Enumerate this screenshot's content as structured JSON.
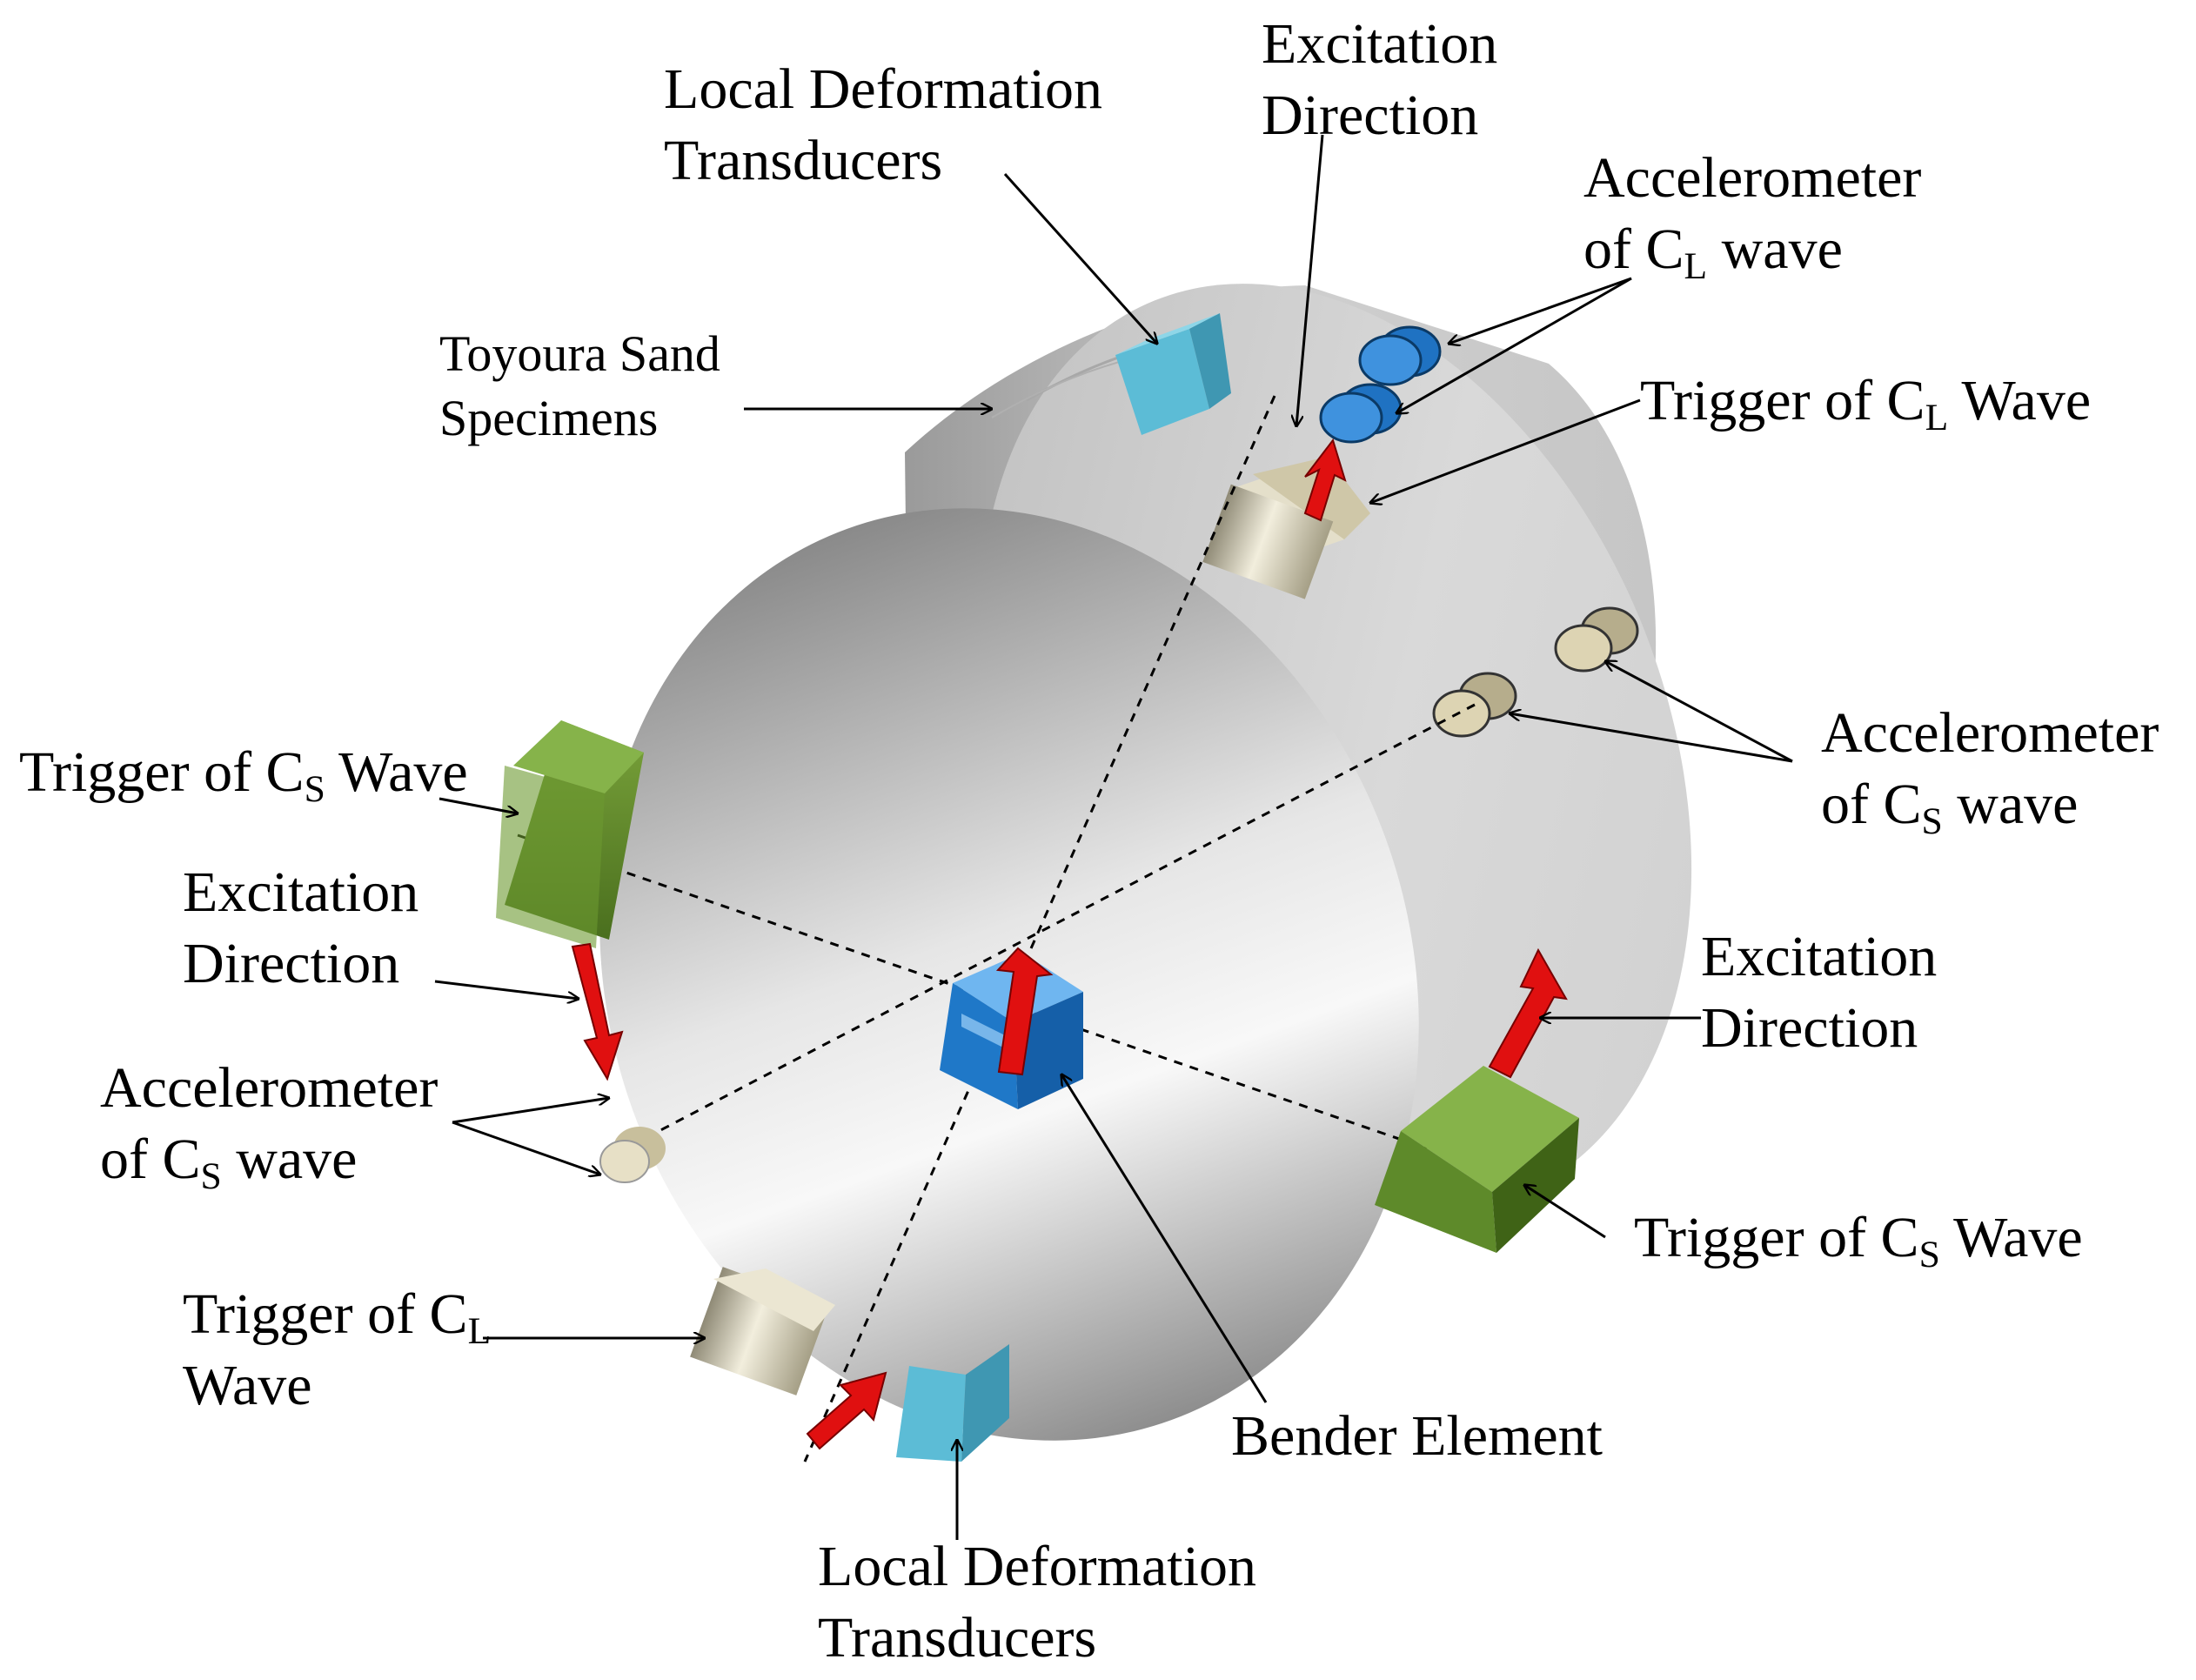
{
  "diagram": {
    "colors": {
      "bender_blue": "#1f78c8",
      "transducer_cyan": "#5fc0d8",
      "trigger_cs_green": "#5e8a2a",
      "trigger_cl_beige": "#d9d3bd",
      "accelerometer_cl_blue": "#1f72c2",
      "accelerometer_cs_beige": "#d3c9a5",
      "arrow_red": "#e01010",
      "specimen_grey": "#d6d6d6"
    },
    "labels": {
      "ldt_top": {
        "line1": "Local Deformation",
        "line2": "Transducers"
      },
      "excitation_top": {
        "line1": "Excitation",
        "line2": "Direction"
      },
      "accel_cl": {
        "line1": "Accelerometer",
        "line2_pre": "of C",
        "line2_sub": "L",
        "line2_post": " wave"
      },
      "toyoura": {
        "line1": "Toyoura Sand",
        "line2": "Specimens"
      },
      "trigger_cl_right": {
        "pre": "Trigger of C",
        "sub": "L",
        "post": " Wave"
      },
      "trigger_cs_left": {
        "pre": "Trigger of C",
        "sub": "S",
        "post": " Wave"
      },
      "accel_cs_right": {
        "line1": "Accelerometer",
        "line2_pre": "of C",
        "line2_sub": "S",
        "line2_post": "  wave"
      },
      "excitation_left": {
        "line1": "Excitation",
        "line2": "Direction"
      },
      "excitation_right": {
        "line1": "Excitation",
        "line2": "Direction"
      },
      "accel_cs_left": {
        "line1": "Accelerometer",
        "line2_pre": "of C",
        "line2_sub": "S",
        "line2_post": "  wave"
      },
      "trigger_cs_right": {
        "pre": "Trigger of C",
        "sub": "S",
        "post": " Wave"
      },
      "trigger_cl_left": {
        "line1_pre": "Trigger of C",
        "line1_sub": "L",
        "line2": "Wave"
      },
      "bender": {
        "text": "Bender Element"
      },
      "ldt_bottom": {
        "line1": "Local Deformation",
        "line2": "Transducers"
      }
    }
  }
}
